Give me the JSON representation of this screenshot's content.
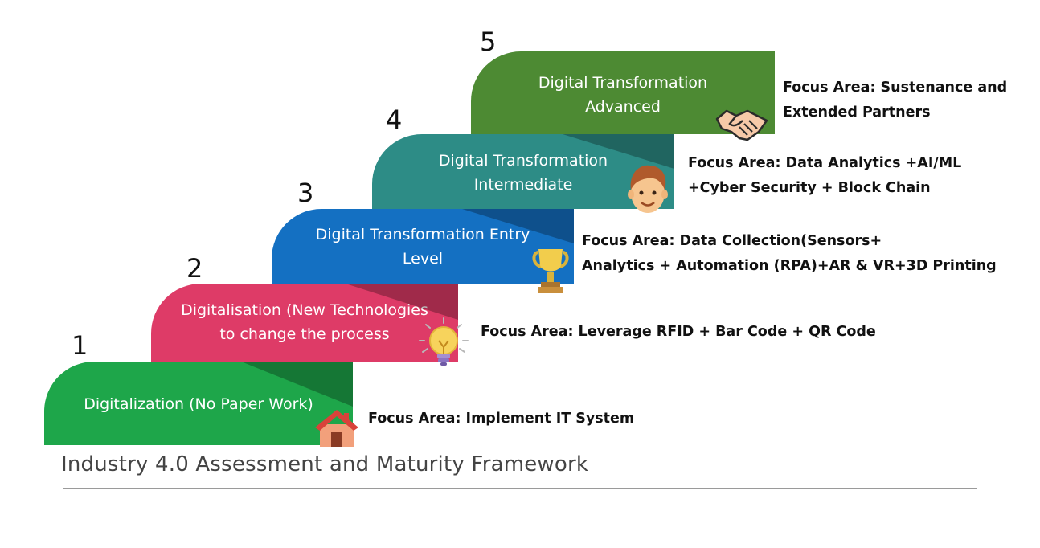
{
  "diagram": {
    "title": "Industry 4.0 Assessment and Maturity Framework",
    "steps": [
      {
        "number": "1",
        "label": "Digitalization (No Paper Work)",
        "focus": "Focus Area: Implement IT System",
        "color": "#1ea64a",
        "icon": "house-icon"
      },
      {
        "number": "2",
        "label": "Digitalisation (New Technologies\nto change the process",
        "focus": "Focus Area: Leverage RFID + Bar Code + QR Code",
        "color": "#de3b67",
        "icon": "lightbulb-icon"
      },
      {
        "number": "3",
        "label": "Digital Transformation Entry\nLevel",
        "focus": "Focus Area: Data Collection(Sensors+\nAnalytics + Automation (RPA)+AR & VR+3D Printing",
        "color": "#1470c2",
        "icon": "trophy-icon"
      },
      {
        "number": "4",
        "label": "Digital Transformation\nIntermediate",
        "focus": "Focus Area: Data Analytics +AI/ML\n+Cyber Security + Block Chain",
        "color": "#2d8c86",
        "icon": "person-icon"
      },
      {
        "number": "5",
        "label": "Digital Transformation\nAdvanced",
        "focus": "Focus Area: Sustenance and\nExtended Partners",
        "color": "#4d8a33",
        "icon": "handshake-icon"
      }
    ]
  }
}
